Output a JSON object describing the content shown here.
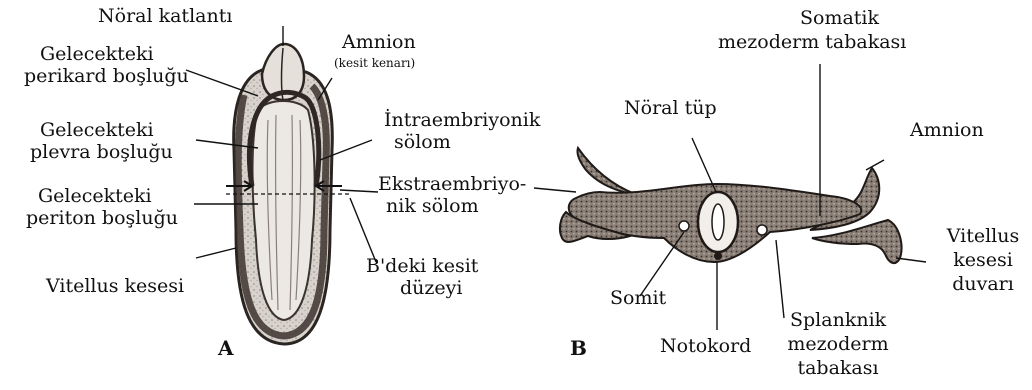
{
  "panel_a": {
    "letter": "A",
    "labels": {
      "neural_fold": "Nöral katlantı",
      "pericardial_1": "Gelecekteki",
      "pericardial_2": "perikard boşluğu",
      "pleural_1": "Gelecekteki",
      "pleural_2": "plevra boşluğu",
      "peritoneal_1": "Gelecekteki",
      "peritoneal_2": "periton boşluğu",
      "yolk_sac": "Vitellus kesesi",
      "amnion": "Amnion",
      "amnion_note": "(kesit kenarı)",
      "intraembryonic_1": "İntraembriyonik",
      "intraembryonic_2": "sölom",
      "extraembryonic_1": "Ekstraembriyo-",
      "extraembryonic_2": "nik sölom",
      "section_level_1": "B'deki kesit",
      "section_level_2": "düzeyi"
    }
  },
  "panel_b": {
    "letter": "B",
    "labels": {
      "somatic_1": "Somatik",
      "somatic_2": "mezoderm tabakası",
      "neural_tube": "Nöral tüp",
      "amnion": "Amnion",
      "somite": "Somit",
      "notochord": "Notokord",
      "splanchnic_1": "Splanknik",
      "splanchnic_2": "mezoderm",
      "splanchnic_3": "tabakası",
      "yolk_wall_1": "Vitellus",
      "yolk_wall_2": "kesesi",
      "yolk_wall_3": "duvarı"
    }
  },
  "colors": {
    "ink": "#111111",
    "tissue": "#7a6f66",
    "tissue_dark": "#3b332e",
    "paper": "#ffffff"
  }
}
